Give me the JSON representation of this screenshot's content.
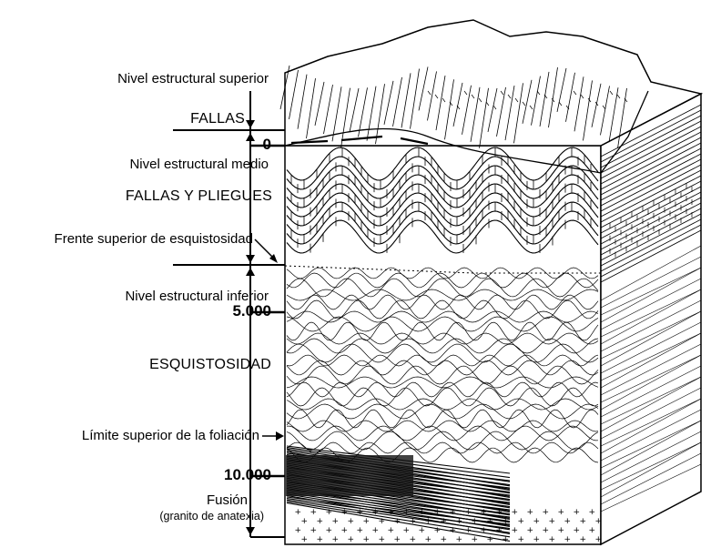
{
  "labels": {
    "nivel_superior": "Nivel estructural superior",
    "fallas": "FALLAS",
    "depth_0": "0",
    "nivel_medio": "Nivel estructural medio",
    "fallas_pliegues": "FALLAS Y PLIEGUES",
    "frente_esquistosidad": "Frente superior de esquistosidad",
    "nivel_inferior": "Nivel estructural inferior",
    "depth_5000": "5.000",
    "esquistosidad": "ESQUISTOSIDAD",
    "limite_foliacion": "Límite superior de la foliación",
    "depth_10000": "10.000",
    "fusion": "Fusión",
    "granito": "(granito de anatexia)"
  }
}
